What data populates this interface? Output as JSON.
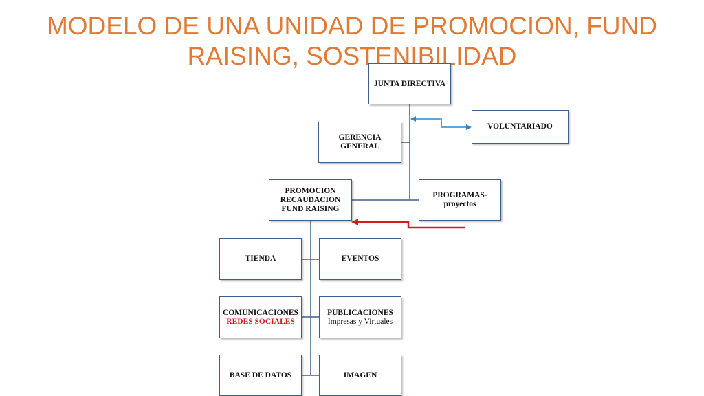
{
  "slide": {
    "title": "MODELO DE UNA UNIDAD DE PROMOCION, FUND RAISING, SOSTENIBILIDAD"
  },
  "org_chart": {
    "junta": "JUNTA DIRECTIVA",
    "voluntariado": "VOLUNTARIADO",
    "gerencia_line1": "GERENCIA",
    "gerencia_line2": "GENERAL",
    "promocion_line1": "PROMOCION",
    "promocion_line2": "RECAUDACION",
    "promocion_line3": "FUND RAISING",
    "programas_line1": "PROGRAMAS-",
    "programas_line2": "proyectos",
    "tienda": "TIENDA",
    "eventos": "EVENTOS",
    "comunicaciones_line1": "COMUNICACIONES",
    "comunicaciones_line2": "REDES SOCIALES",
    "publicaciones_line1": "PUBLICACIONES",
    "publicaciones_line2": "Impresas y Virtuales",
    "base_datos": "BASE DE DATOS",
    "imagen": "IMAGEN"
  },
  "colors": {
    "title": "#e07a35",
    "box_border": "#3e5f8a",
    "connector": "#3e5f8a",
    "voluntariado_arrow": "#2e86c8",
    "highlight_arrow": "#d71920",
    "highlight_text": "#d71920"
  }
}
